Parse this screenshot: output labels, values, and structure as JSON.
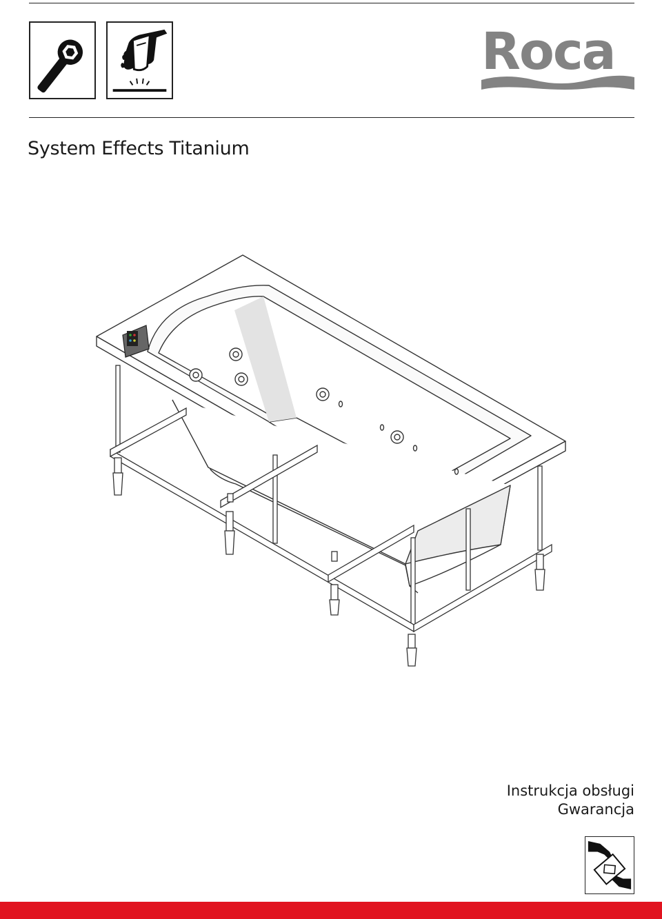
{
  "header": {
    "icons": [
      "wrench-icon",
      "cleaning-hand-icon"
    ],
    "brand": "Roca"
  },
  "title": "System Effects Titanium",
  "document_types": [
    "Instrukcja obsługi",
    "Gwarancja"
  ],
  "footer": {
    "icon": "warranty-handover-icon"
  },
  "colors": {
    "brand_gray": "#838383",
    "accent_red": "#e1131f",
    "line": "#222222"
  }
}
